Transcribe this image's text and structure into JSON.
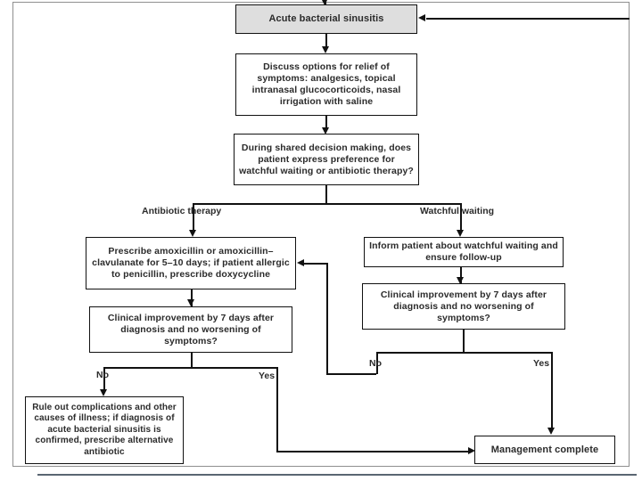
{
  "figure": {
    "type": "clinical-decision-flowchart",
    "title_visible": false
  },
  "nodes": {
    "diagnosis": {
      "id": "acute-bacterial-sinusitis",
      "label": "Acute bacterial sinusitis",
      "fill": "#dedede",
      "shape": "rectangle"
    },
    "discuss_options": {
      "id": "discuss-options",
      "label": "Discuss options for relief of symptoms: analgesics, topical intranasal glucocorticoids, nasal irrigation with saline",
      "fill": "#ffffff",
      "shape": "rectangle"
    },
    "shared_decision": {
      "id": "shared-decision-making",
      "label": "During shared decision making, does patient express preference for watchful waiting or antibiotic therapy?",
      "fill": "#ffffff",
      "shape": "rectangle"
    },
    "prescribe": {
      "id": "prescribe-antibiotic",
      "label": "Prescribe amoxicillin or amoxicillin–clavulanate for 5–10 days; if patient allergic to penicillin, prescribe doxycycline",
      "fill": "#ffffff",
      "shape": "rectangle"
    },
    "improvement_left": {
      "id": "clinical-improvement-antibiotic",
      "label": "Clinical improvement by 7 days after diagnosis and no worsening of symptoms?",
      "fill": "#ffffff",
      "shape": "rectangle"
    },
    "inform_patient": {
      "id": "inform-patient-watchful-waiting",
      "label": "Inform patient about watchful waiting and ensure follow-up",
      "fill": "#ffffff",
      "shape": "rectangle"
    },
    "improvement_right": {
      "id": "clinical-improvement-watchful",
      "label": "Clinical improvement by 7 days after diagnosis and no worsening of symptoms?",
      "fill": "#ffffff",
      "shape": "rectangle"
    },
    "rule_out": {
      "id": "rule-out-complications",
      "label": "Rule out complications and other causes of illness; if diagnosis of acute bacterial sinusitis is confirmed, prescribe alternative antibiotic",
      "fill": "#ffffff",
      "shape": "rectangle"
    },
    "management_complete": {
      "id": "management-complete",
      "label": "Management complete",
      "fill": "#ffffff",
      "shape": "rectangle"
    }
  },
  "edge_labels": {
    "antibiotic_therapy": "Antibiotic therapy",
    "watchful_waiting": "Watchful waiting",
    "left_no": "No",
    "left_yes": "Yes",
    "right_no": "No",
    "right_yes": "Yes"
  },
  "colors": {
    "line": "#111111",
    "text": "#2b2b2b",
    "shaded_node": "#dedede",
    "frame": "#8f8f8f",
    "bottom_rule": "#5a6672",
    "background": "#ffffff"
  }
}
